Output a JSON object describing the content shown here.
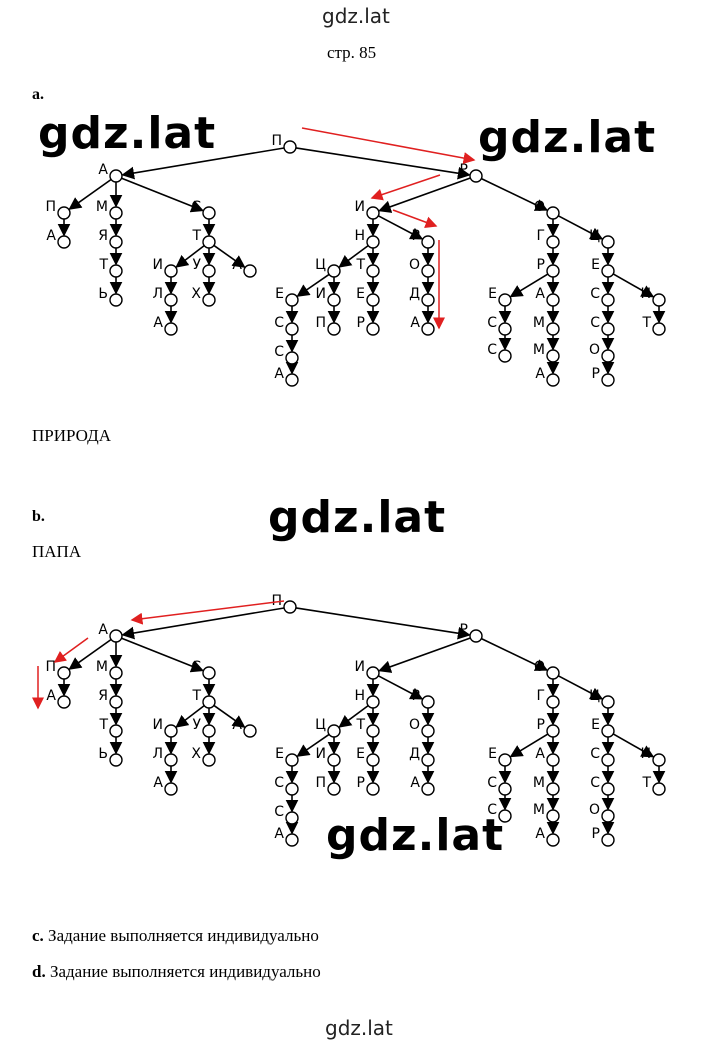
{
  "header": {
    "site": "gdz.lat",
    "page": "стр. 85"
  },
  "footer": {
    "site": "gdz.lat"
  },
  "watermark": "gdz.lat",
  "tree": {
    "nodes": [
      {
        "id": "root",
        "ch": "П"
      },
      {
        "id": "A",
        "ch": "А"
      },
      {
        "id": "R",
        "ch": "Р"
      },
      {
        "id": "AP",
        "ch": "П"
      },
      {
        "id": "APA",
        "ch": "А"
      },
      {
        "id": "AM",
        "ch": "М"
      },
      {
        "id": "AMY",
        "ch": "Я"
      },
      {
        "id": "AMYT",
        "ch": "Т"
      },
      {
        "id": "AMYTS",
        "ch": "Ь"
      },
      {
        "id": "AS",
        "ch": "С"
      },
      {
        "id": "AST",
        "ch": "Т"
      },
      {
        "id": "ASTI",
        "ch": "И"
      },
      {
        "id": "ASTIL",
        "ch": "Л"
      },
      {
        "id": "ASTILA",
        "ch": "А"
      },
      {
        "id": "ASTU",
        "ch": "У"
      },
      {
        "id": "ASTUH",
        "ch": "Х"
      },
      {
        "id": "ASTA",
        "ch": "А"
      },
      {
        "id": "RI",
        "ch": "И"
      },
      {
        "id": "RO",
        "ch": "О"
      },
      {
        "id": "RIN",
        "ch": "Н"
      },
      {
        "id": "RIR",
        "ch": "Р"
      },
      {
        "id": "RINC",
        "ch": "Ц"
      },
      {
        "id": "RINT",
        "ch": "Т"
      },
      {
        "id": "RINCE",
        "ch": "Е"
      },
      {
        "id": "RINCI",
        "ch": "И"
      },
      {
        "id": "RINCES",
        "ch": "С"
      },
      {
        "id": "RINCESS",
        "ch": "С"
      },
      {
        "id": "RINCESSA",
        "ch": "А"
      },
      {
        "id": "RINCIP",
        "ch": "П"
      },
      {
        "id": "RINTE",
        "ch": "Е"
      },
      {
        "id": "RINTER",
        "ch": "Р"
      },
      {
        "id": "RIRO",
        "ch": "О"
      },
      {
        "id": "RIROD",
        "ch": "Д"
      },
      {
        "id": "RIRODA",
        "ch": "А"
      },
      {
        "id": "ROG",
        "ch": "Г"
      },
      {
        "id": "ROGR",
        "ch": "Р"
      },
      {
        "id": "ROGRE",
        "ch": "Е"
      },
      {
        "id": "ROGRES",
        "ch": "С"
      },
      {
        "id": "ROGRESS",
        "ch": "С"
      },
      {
        "id": "ROGRA",
        "ch": "А"
      },
      {
        "id": "ROGRAM",
        "ch": "М"
      },
      {
        "id": "ROGRAMM",
        "ch": "М"
      },
      {
        "id": "ROGRAMMA",
        "ch": "А"
      },
      {
        "id": "ROC",
        "ch": "Ц"
      },
      {
        "id": "ROCE",
        "ch": "Е"
      },
      {
        "id": "ROCES",
        "ch": "С"
      },
      {
        "id": "ROCESS",
        "ch": "С"
      },
      {
        "id": "ROCESSO",
        "ch": "О"
      },
      {
        "id": "ROCESSOR",
        "ch": "Р"
      },
      {
        "id": "ROCEN",
        "ch": "Н"
      },
      {
        "id": "ROCENT",
        "ch": "Т"
      }
    ]
  },
  "sections": {
    "a": {
      "label": "a.",
      "answer": "ПРИРОДА"
    },
    "b": {
      "label": "b.",
      "answer": "ПАПА"
    },
    "c": {
      "label": "c.",
      "text": "Задание выполняется индивидуально"
    },
    "d": {
      "label": "d.",
      "text": "Задание выполняется индивидуально"
    }
  },
  "colors": {
    "arrow": "#e02020",
    "line": "#000000"
  }
}
